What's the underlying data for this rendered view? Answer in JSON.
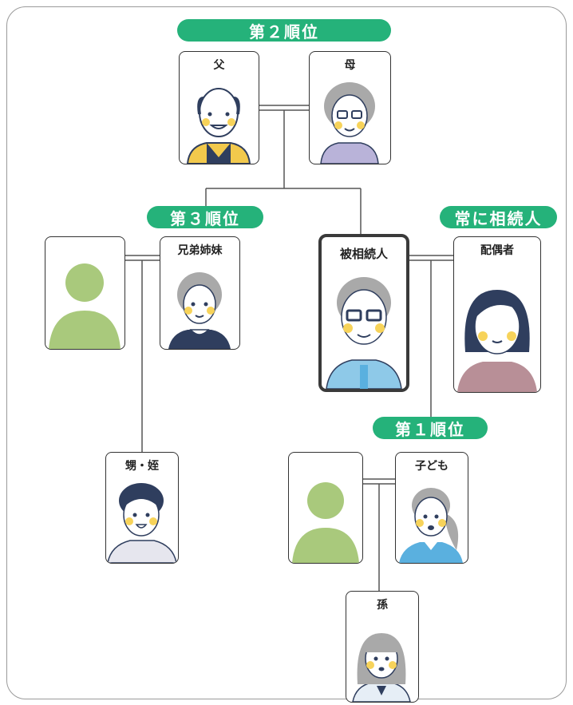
{
  "colors": {
    "badge_green": "#25b27a",
    "line": "#555555",
    "placeholder_green": "#a9c97c",
    "skin": "#ffffff",
    "cheek": "#f7d35a",
    "dark_hair": "#2f3e5e",
    "gray_hair": "#a9a9a9"
  },
  "badges": {
    "rank2": "第２順位",
    "rank3": "第３順位",
    "always": "常に相続人",
    "rank1": "第１順位"
  },
  "people": {
    "father": "父",
    "mother": "母",
    "siblings": "兄弟姉妹",
    "deceased": "被相続人",
    "spouse": "配偶者",
    "nephew_niece": "甥・姪",
    "child": "子ども",
    "grandchild": "孫"
  },
  "icons": {
    "father": "elderly-man-portrait",
    "mother": "elderly-woman-portrait",
    "siblings": "gray-haired-woman-portrait",
    "deceased": "glasses-man-portrait",
    "spouse": "woman-portrait",
    "nephew_niece": "young-man-portrait",
    "child": "young-woman-portrait",
    "grandchild": "girl-portrait",
    "placeholder": "person-silhouette"
  }
}
